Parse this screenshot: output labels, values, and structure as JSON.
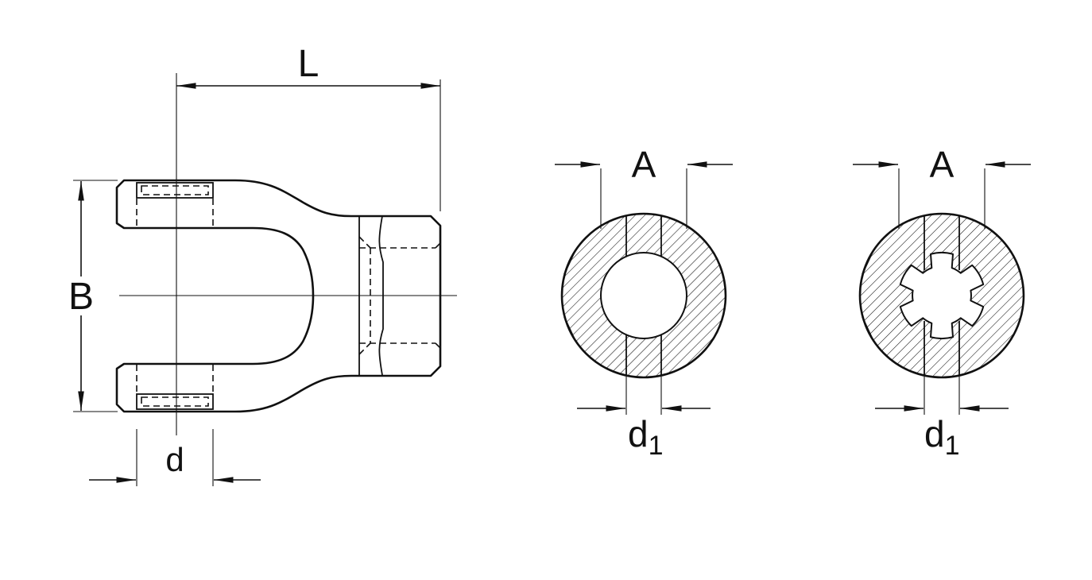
{
  "drawing": {
    "background": "#ffffff",
    "line_color": "#111111",
    "views": {
      "side": {
        "dim_length": "L",
        "dim_height": "B",
        "dim_bore": "d"
      },
      "round_bore": {
        "dim_outer": "A",
        "dim_inner_base": "d",
        "dim_inner_sub": "1"
      },
      "splined_bore": {
        "dim_outer": "A",
        "dim_inner_base": "d",
        "dim_inner_sub": "1"
      }
    }
  }
}
